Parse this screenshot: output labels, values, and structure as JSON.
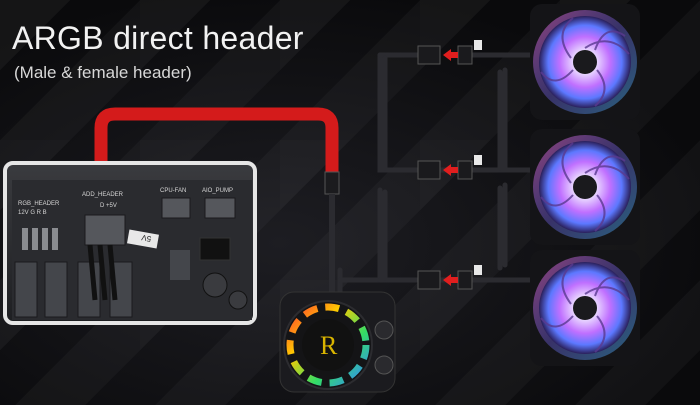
{
  "heading": {
    "title": "ARGB direct header",
    "subtitle": "(Male & female header)"
  },
  "board": {
    "rgb_header": "RGB_HEADER",
    "rgb_pins": "12V G R B",
    "add_header": "ADD_HEADER",
    "add_pins": "D  +5V",
    "cpu_fan": "CPU-FAN",
    "aio_pump": "AIO_PUMP",
    "plug_text": "5V"
  },
  "pump_logo": "R",
  "colors": {
    "accent": "#d41b1b",
    "cable": "#2a2a2e",
    "board_frame": "#e6e6e6"
  }
}
